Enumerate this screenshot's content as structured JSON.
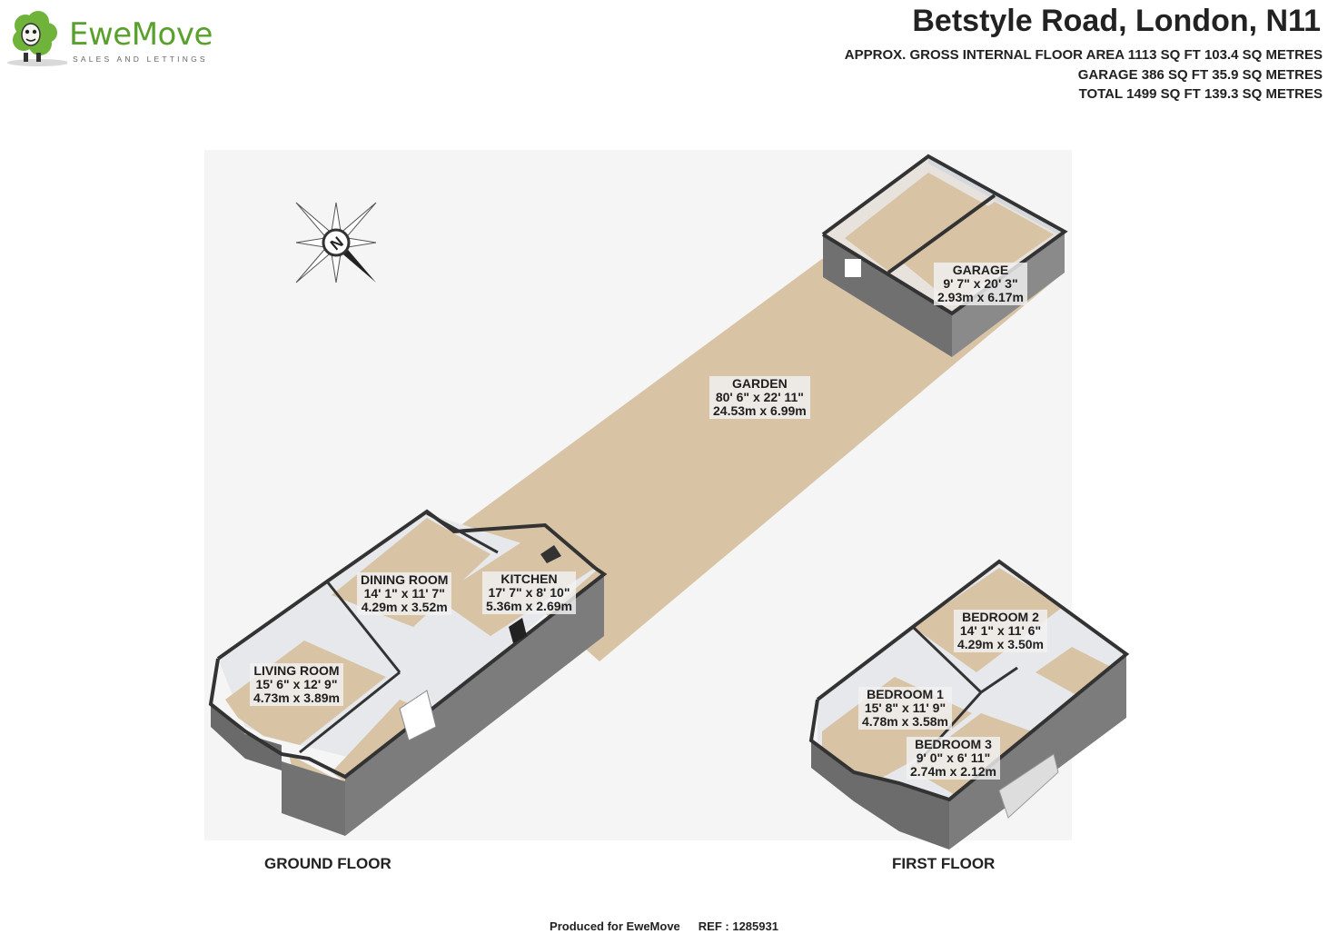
{
  "brand": {
    "name": "EweMove",
    "tagline": "SALES AND LETTINGS",
    "color": "#5aa02c"
  },
  "header": {
    "address": "Betstyle Road, London, N11",
    "areas": [
      "APPROX. GROSS INTERNAL FLOOR AREA 1113 SQ FT 103.4 SQ METRES",
      "GARAGE 386 SQ FT 35.9 SQ METRES",
      "TOTAL 1499 SQ FT 139.3 SQ METRES"
    ]
  },
  "compass": {
    "label": "N"
  },
  "rooms": {
    "garage": {
      "name": "GARAGE",
      "imperial": "9' 7\" x 20' 3\"",
      "metric": "2.93m x 6.17m"
    },
    "garden": {
      "name": "GARDEN",
      "imperial": "80' 6\" x 22' 11\"",
      "metric": "24.53m x 6.99m"
    },
    "dining": {
      "name": "DINING ROOM",
      "imperial": "14' 1\" x 11' 7\"",
      "metric": "4.29m x 3.52m"
    },
    "kitchen": {
      "name": "KITCHEN",
      "imperial": "17' 7\" x 8' 10\"",
      "metric": "5.36m x 2.69m"
    },
    "living": {
      "name": "LIVING ROOM",
      "imperial": "15' 6\" x 12' 9\"",
      "metric": "4.73m x 3.89m"
    },
    "bedroom2": {
      "name": "BEDROOM 2",
      "imperial": "14' 1\" x 11' 6\"",
      "metric": "4.29m x 3.50m"
    },
    "bedroom1": {
      "name": "BEDROOM 1",
      "imperial": "15' 8\" x 11' 9\"",
      "metric": "4.78m x 3.58m"
    },
    "bedroom3": {
      "name": "BEDROOM 3",
      "imperial": "9' 0\" x 6' 11\"",
      "metric": "2.74m x 2.12m"
    }
  },
  "floors": {
    "ground": "GROUND FLOOR",
    "first": "FIRST FLOOR"
  },
  "footer": {
    "produced": "Produced for EweMove",
    "ref": "REF : 1285931"
  },
  "colors": {
    "floor": "#d8c3a5",
    "wall": "#6e6e6e",
    "wall_top": "#3a3a3a",
    "interior": "#e9ecef",
    "ground_bg": "#f4f4f4"
  }
}
